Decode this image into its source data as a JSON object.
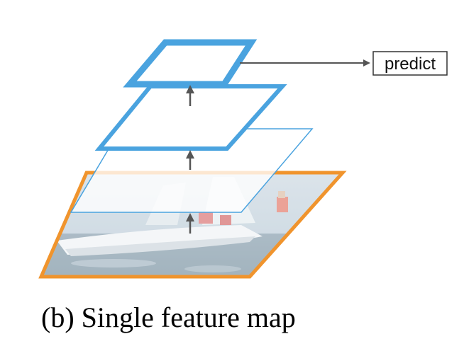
{
  "predict_label": "predict",
  "caption": "(b) Single feature map",
  "colors": {
    "feature_map_stroke": "#4AA3DF",
    "image_border": "#F0942D",
    "arrow": "#555555",
    "predict_box_border": "#333333"
  },
  "icons": {
    "image_layer": "sailboat-photo",
    "arrows": "up-arrow-icon"
  }
}
